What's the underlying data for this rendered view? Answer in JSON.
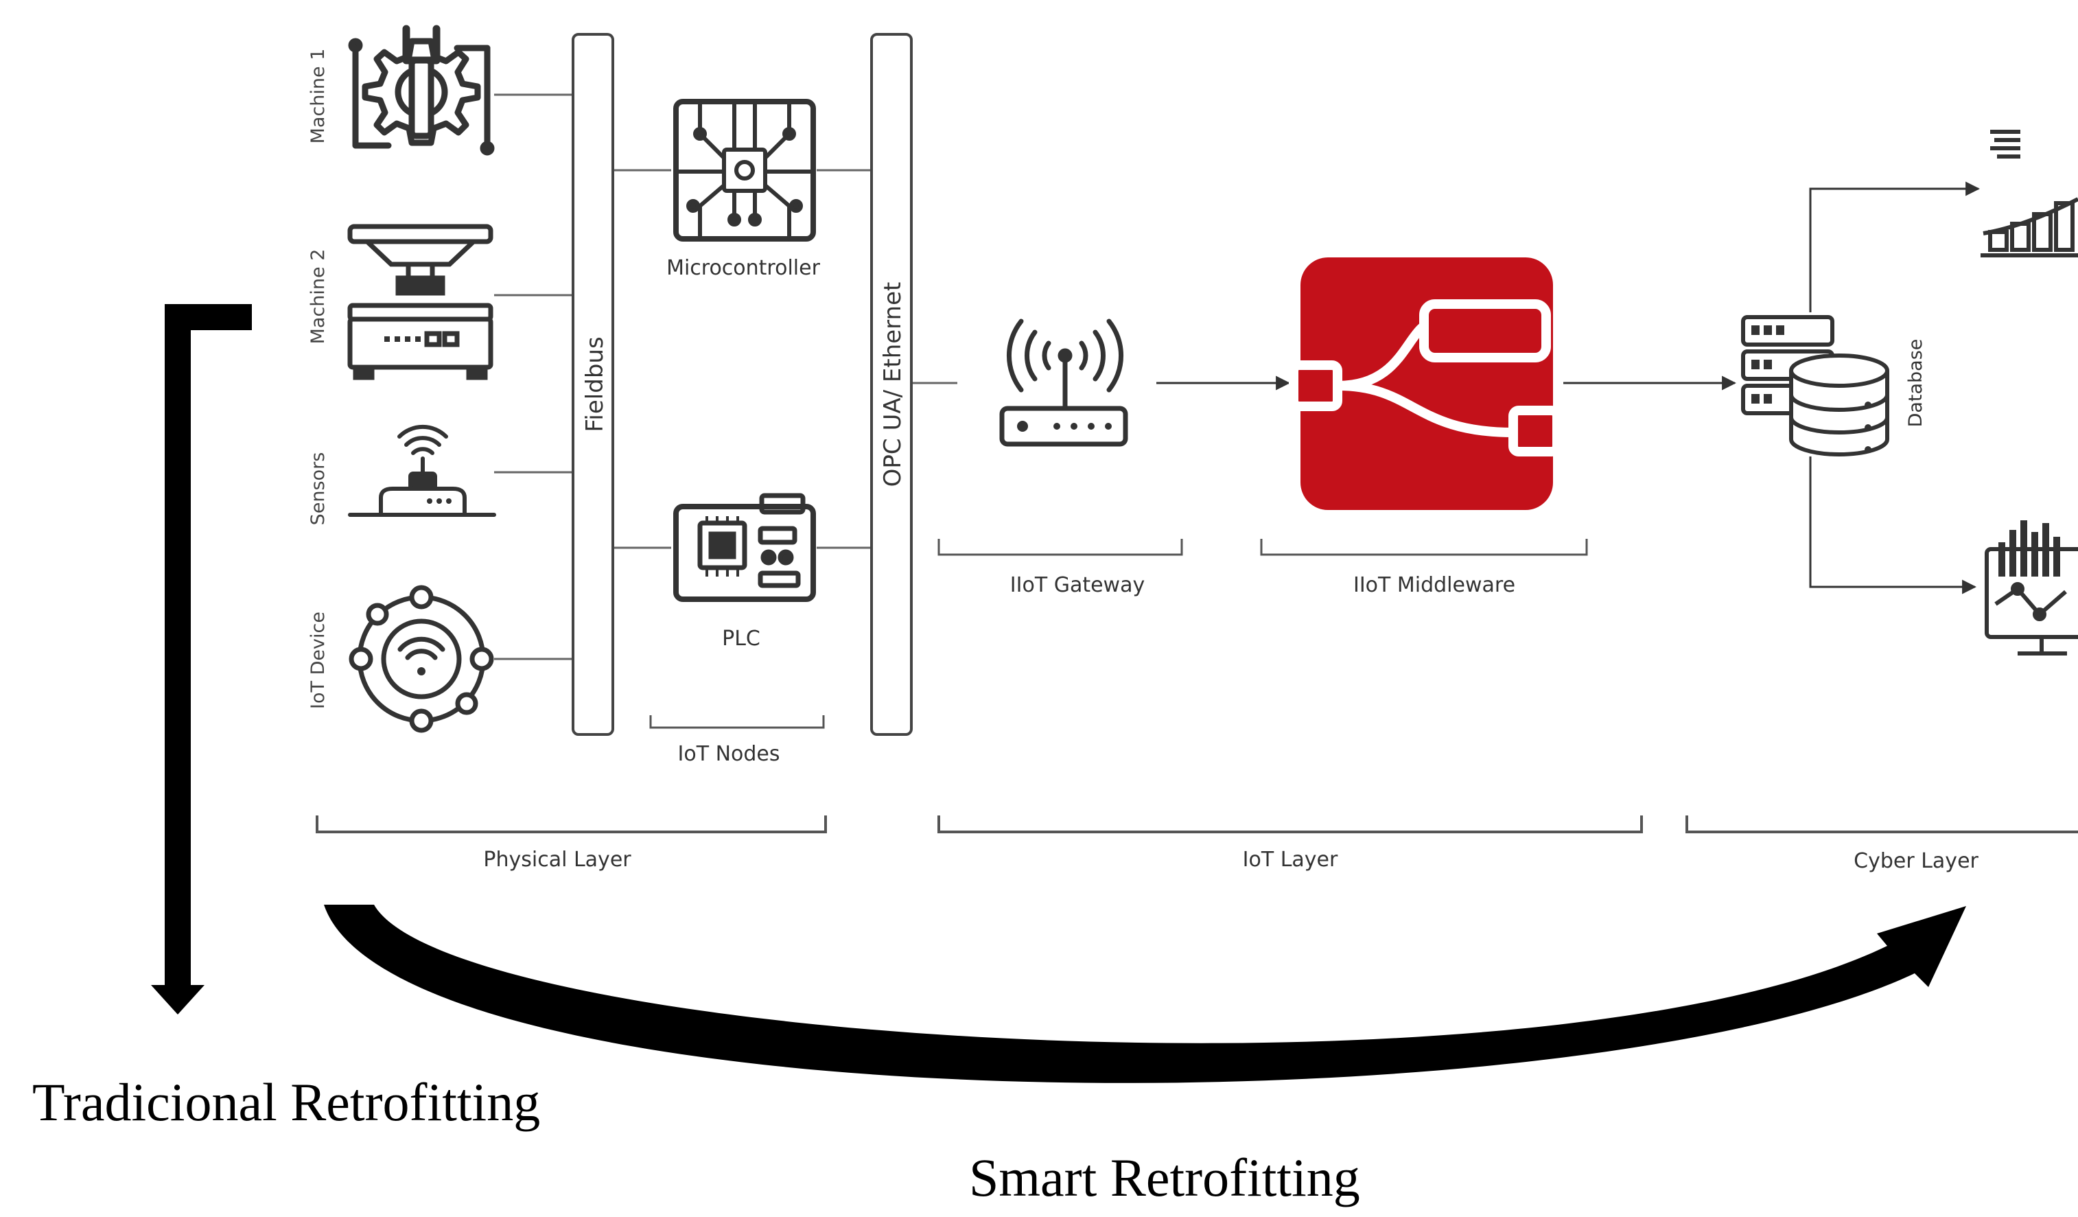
{
  "labels": {
    "machine1": "Machine 1",
    "machine2": "Machine 2",
    "sensors": "Sensors",
    "iot_device": "IoT Device",
    "fieldbus": "Fieldbus",
    "microcontroller": "Microcontroller",
    "plc": "PLC",
    "iot_nodes": "IoT Nodes",
    "opc_ua": "OPC UA/ Ethernet",
    "iiot_gateway": "IIoT Gateway",
    "iiot_middleware": "IIoT Middleware",
    "database": "Database",
    "physical_layer": "Physical Layer",
    "iot_layer": "IoT Layer",
    "cyber_layer": "Cyber Layer",
    "traditional": "Tradicional Retrofitting",
    "smart": "Smart Retrofitting"
  },
  "icons": {
    "machine1": "wrench-gear-icon",
    "machine2": "press-machine-icon",
    "sensors": "sensor-icon",
    "iot_device": "wifi-circle-icon",
    "microcontroller": "circuit-chip-icon",
    "plc": "plc-board-icon",
    "gateway": "wifi-router-icon",
    "middleware": "node-red-icon",
    "database": "database-server-icon",
    "analytics": "bar-chart-icon",
    "dashboard": "monitor-chart-icon"
  },
  "colors": {
    "middleware": "#C3111A",
    "ink": "#333333"
  }
}
